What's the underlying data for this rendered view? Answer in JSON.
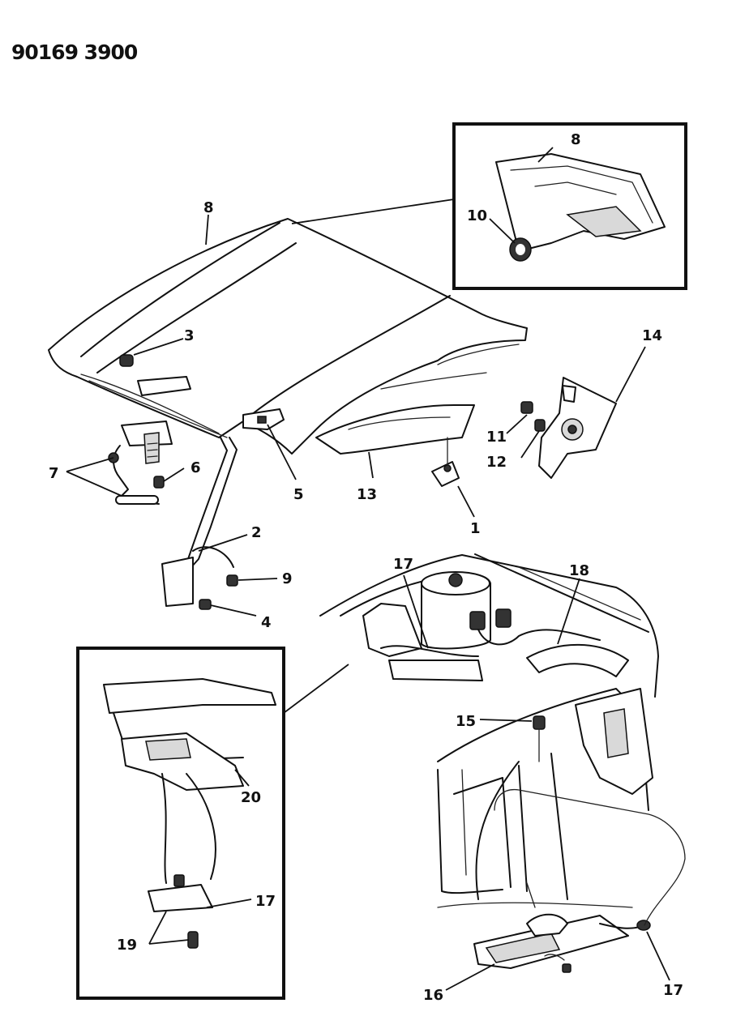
{
  "document_id": "90169 3900",
  "callouts": {
    "c1": "1",
    "c2": "2",
    "c3": "3",
    "c4": "4",
    "c5": "5",
    "c6": "6",
    "c7": "7",
    "c8": "8",
    "c8b": "8",
    "c9": "9",
    "c10": "10",
    "c11": "11",
    "c12": "12",
    "c13": "13",
    "c14": "14",
    "c15": "15",
    "c16": "16",
    "c17a": "17",
    "c17b": "17",
    "c17c": "17",
    "c18": "18",
    "c19": "19",
    "c20": "20"
  }
}
